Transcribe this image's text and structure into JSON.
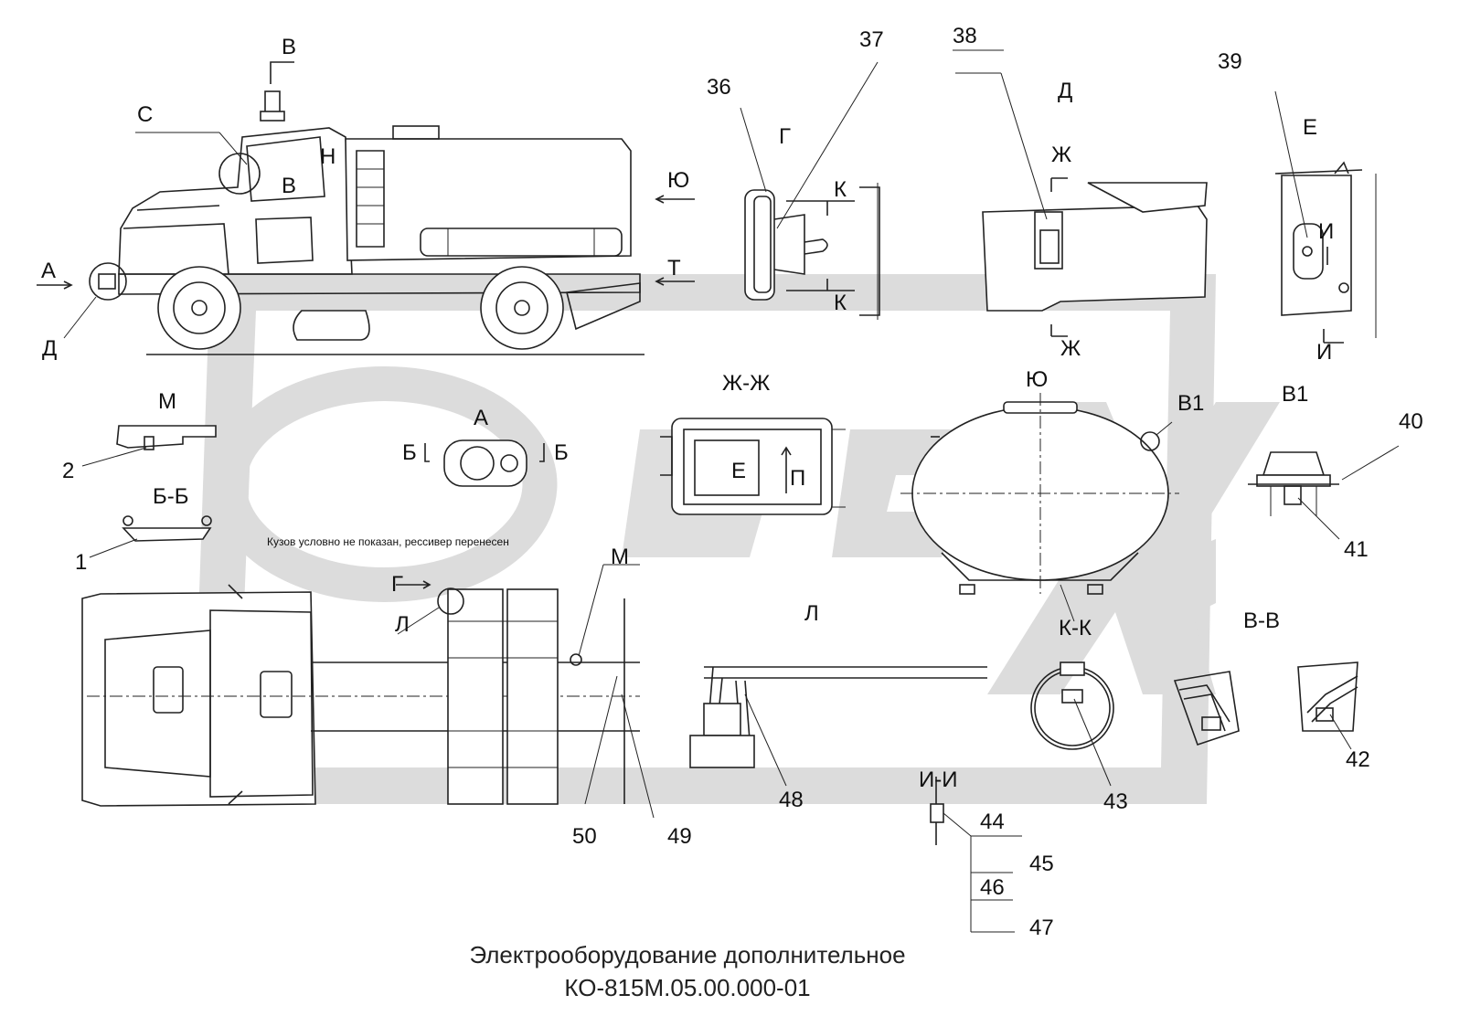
{
  "title": {
    "line1": "Электрооборудование дополнительное",
    "line2": "КО-815М.05.00.000-01"
  },
  "note": "Кузов условно не показан, рессивер перенесен",
  "views": {
    "g": "Г",
    "d": "Д",
    "e": "Е",
    "m": "М",
    "a": "А",
    "bb": "Б-Б",
    "zhzh": "Ж-Ж",
    "yu": "Ю",
    "v1": "В1",
    "l": "Л",
    "kk": "К-К",
    "vv": "В-В",
    "ii": "И-И"
  },
  "section_marks": {
    "a_arrow": "А",
    "d_leader": "Д",
    "c_leader": "С",
    "v_top": "В",
    "v_cab": "В",
    "n_cab": "Н",
    "yu_arrow": "Ю",
    "t_arrow": "Т",
    "k_top": "К",
    "k_bottom": "К",
    "zh_top": "Ж",
    "zh_bottom": "Ж",
    "i_right": "И",
    "i_bottom": "И",
    "b_left": "Б",
    "b_right": "Б",
    "e_inner": "Е",
    "p_inner": "П",
    "g_plan": "Г",
    "l_plan": "Л",
    "m_plan": "М"
  },
  "callouts": {
    "n1": "1",
    "n2": "2",
    "n36": "36",
    "n37": "37",
    "n38": "38",
    "n39": "39",
    "n40": "40",
    "n41": "41",
    "n42": "42",
    "n43": "43",
    "n44": "44",
    "n45": "45",
    "n46": "46",
    "n47": "47",
    "n48": "48",
    "n49": "49",
    "n50": "50",
    "nv1": "В1"
  },
  "colors": {
    "line": "#222222",
    "watermark": "#dcdcdc"
  }
}
